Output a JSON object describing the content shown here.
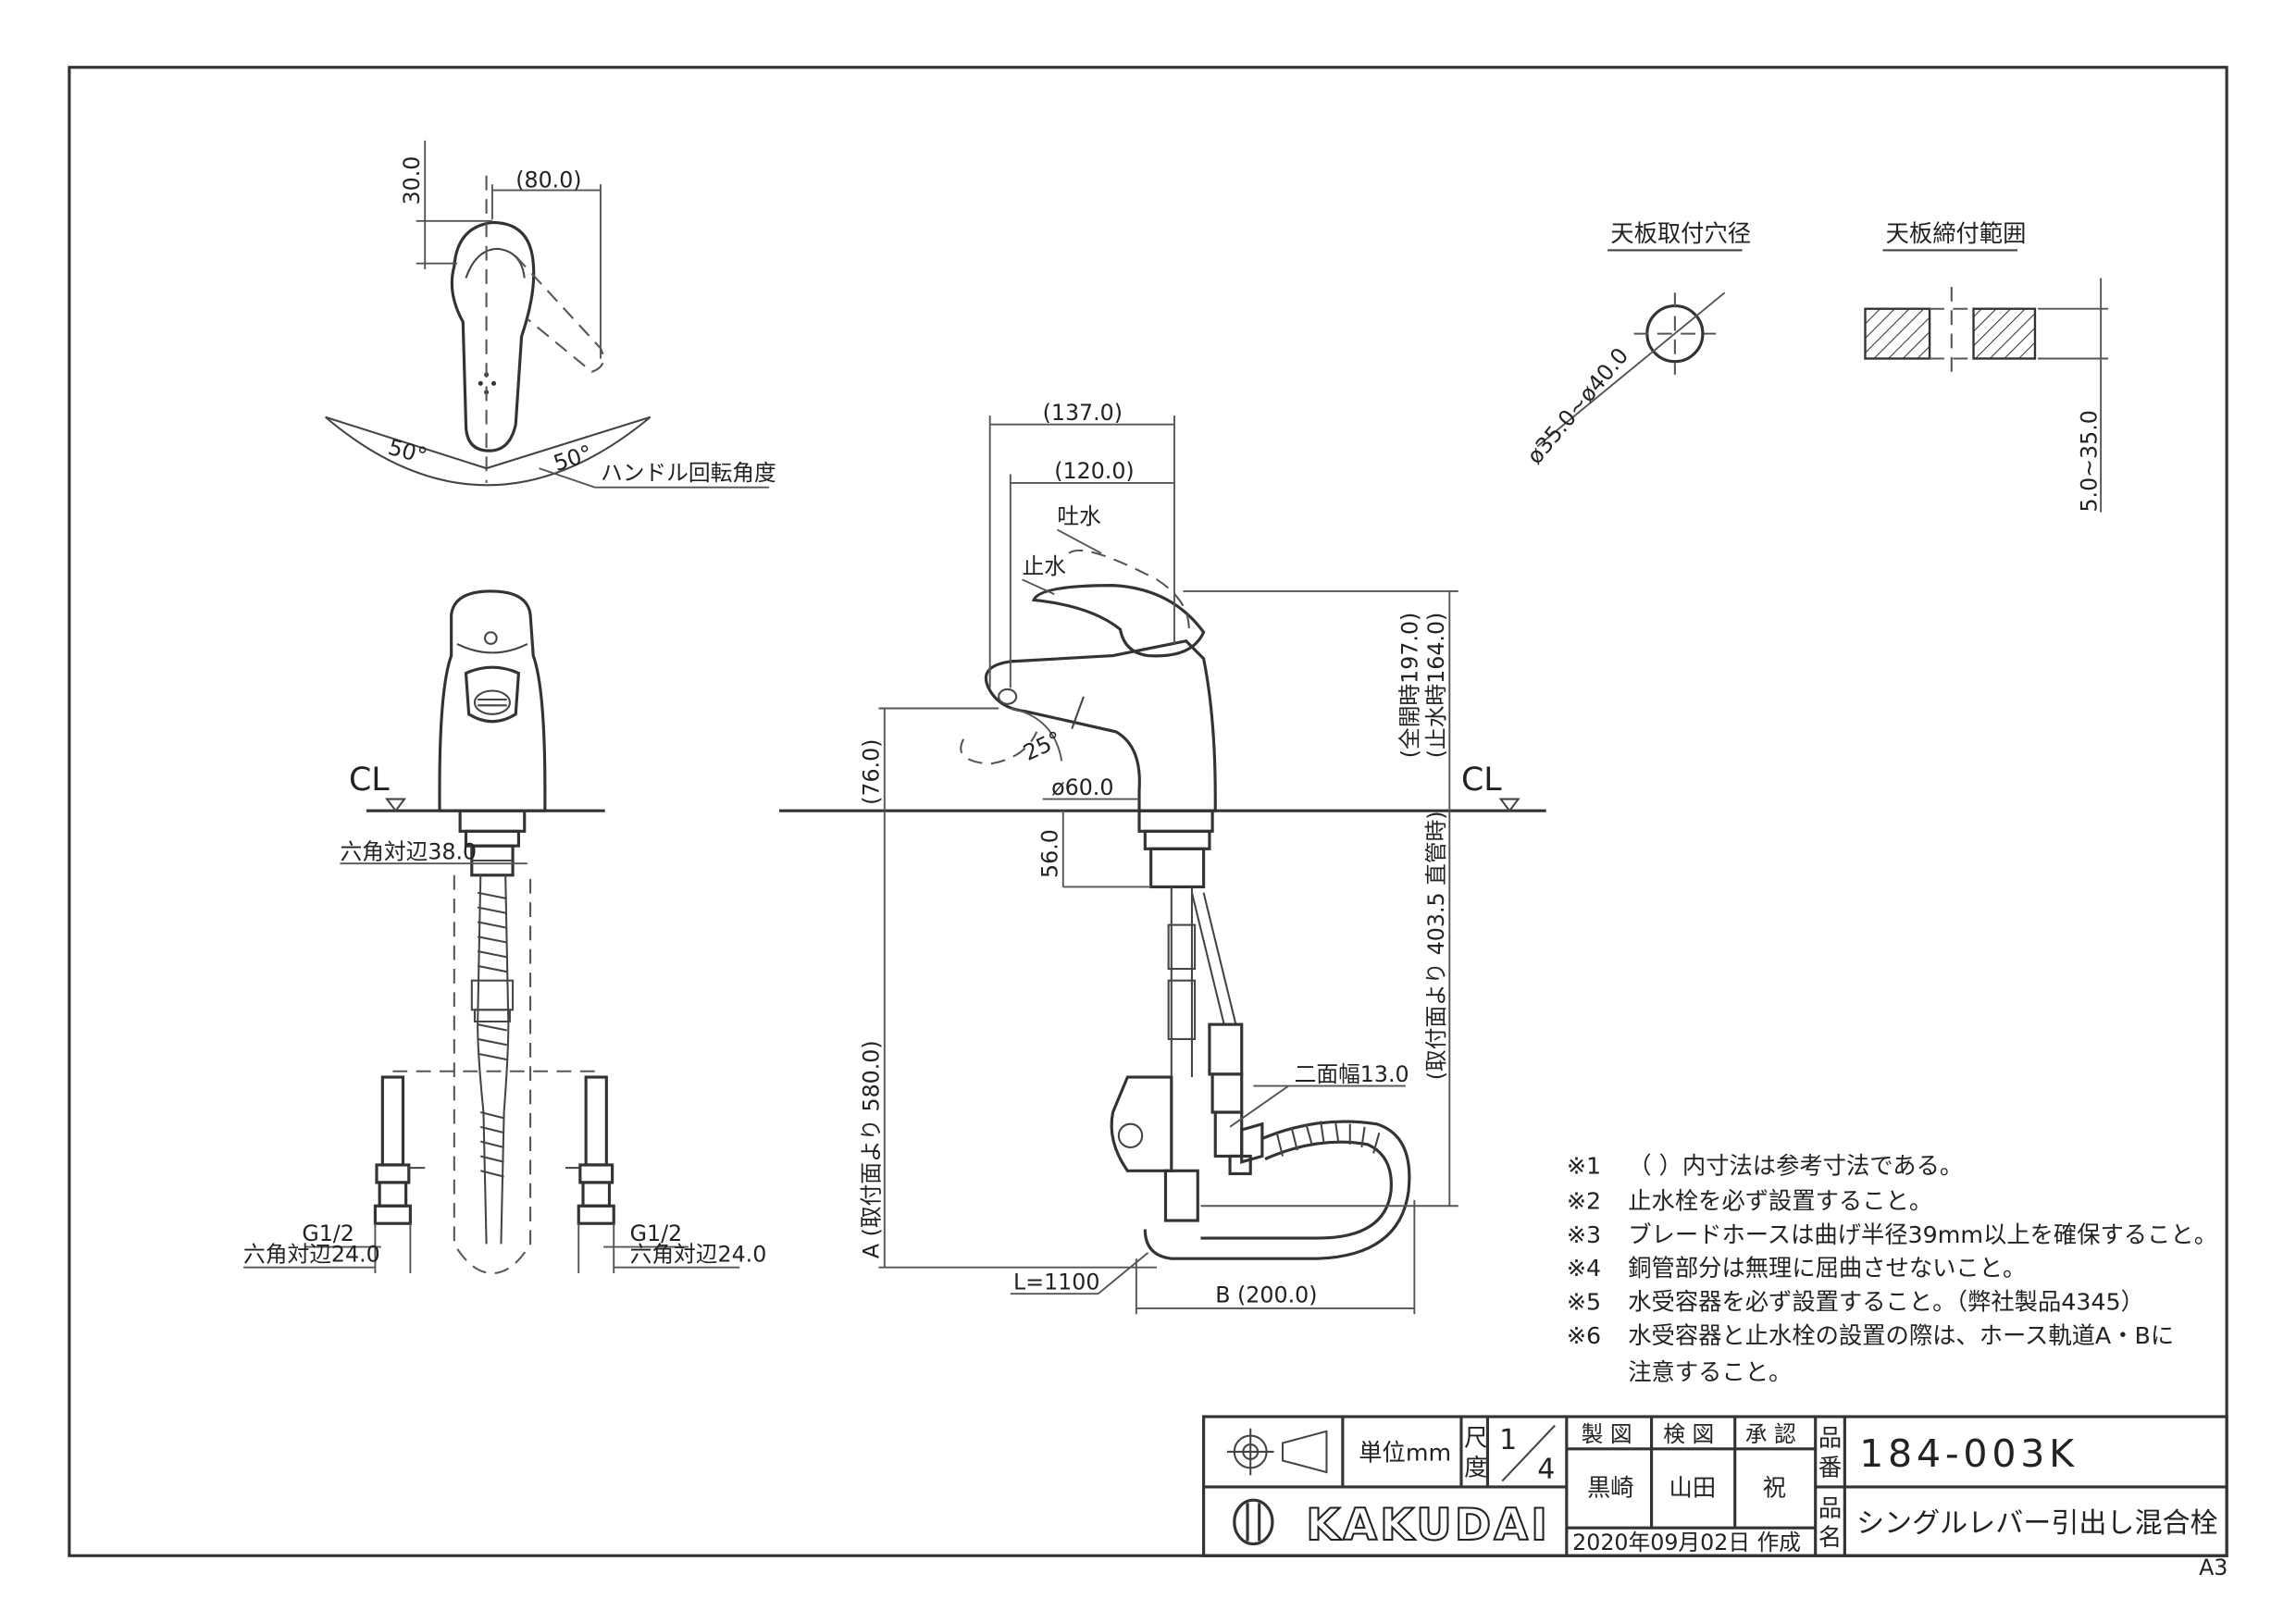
{
  "top_view": {
    "dim_height": "30.0",
    "dim_width": "(80.0)",
    "angle_left": "50°",
    "angle_right": "50°",
    "caption": "ハンドル回転角度"
  },
  "mounting": {
    "hole_title": "天板取付穴径",
    "hole_dim": "ø35.0~ø40.0",
    "clamp_title": "天板締付範囲",
    "clamp_dim": "5.0~35.0"
  },
  "front_view": {
    "cl": "CL",
    "hex_top": "六角対辺38.0",
    "g_left": "G1/2",
    "g_right": "G1/2",
    "hex_left": "六角対辺24.0",
    "hex_right": "六角対辺24.0"
  },
  "side_view": {
    "dim_137": "(137.0)",
    "dim_120": "(120.0)",
    "label_open": "吐水",
    "label_stop": "止水",
    "dim_76": "(76.0)",
    "angle_25": "25°",
    "dim_phi60": "ø60.0",
    "dim_height_open": "(全開時197.0)",
    "dim_height_stop": "(止水時164.0)",
    "cl": "CL",
    "dim_56": "56.0",
    "dim_580": "A (取付面より 580.0)",
    "dim_403": "(取付面より 403.5 直管時)",
    "dim_hex13": "二面幅13.0",
    "hose_length": "L=1100",
    "dim_b": "B (200.0)"
  },
  "notes": [
    {
      "mark": "※1",
      "text": "（ ）内寸法は参考寸法である。"
    },
    {
      "mark": "※2",
      "text": "止水栓を必ず設置すること。"
    },
    {
      "mark": "※3",
      "text": "ブレードホースは曲げ半径39mm以上を確保すること。"
    },
    {
      "mark": "※4",
      "text": "銅管部分は無理に屈曲させないこと。"
    },
    {
      "mark": "※5",
      "text": "水受容器を必ず設置すること。（弊社製品4345）"
    },
    {
      "mark": "※6",
      "text": "水受容器と止水栓の設置の際は、ホース軌道A・Bに"
    },
    {
      "mark": "",
      "text": "注意すること。"
    }
  ],
  "title_block": {
    "unit": "単位mm",
    "scale_label_1": "尺",
    "scale_label_2": "度",
    "scale_num": "1",
    "scale_den": "4",
    "made_label": "製 図",
    "check_label": "検 図",
    "approve_label": "承 認",
    "made_by": "黒崎",
    "checked_by": "山田",
    "approved_by": "祝",
    "date": "2020年09月02日 作成",
    "logo": "KAKUDAI",
    "part_no_label_1": "品",
    "part_no_label_2": "番",
    "part_no": "184-003K",
    "name_label_1": "品",
    "name_label_2": "名",
    "product_name": "シングルレバー引出し混合栓"
  },
  "sheet_size": "A3"
}
